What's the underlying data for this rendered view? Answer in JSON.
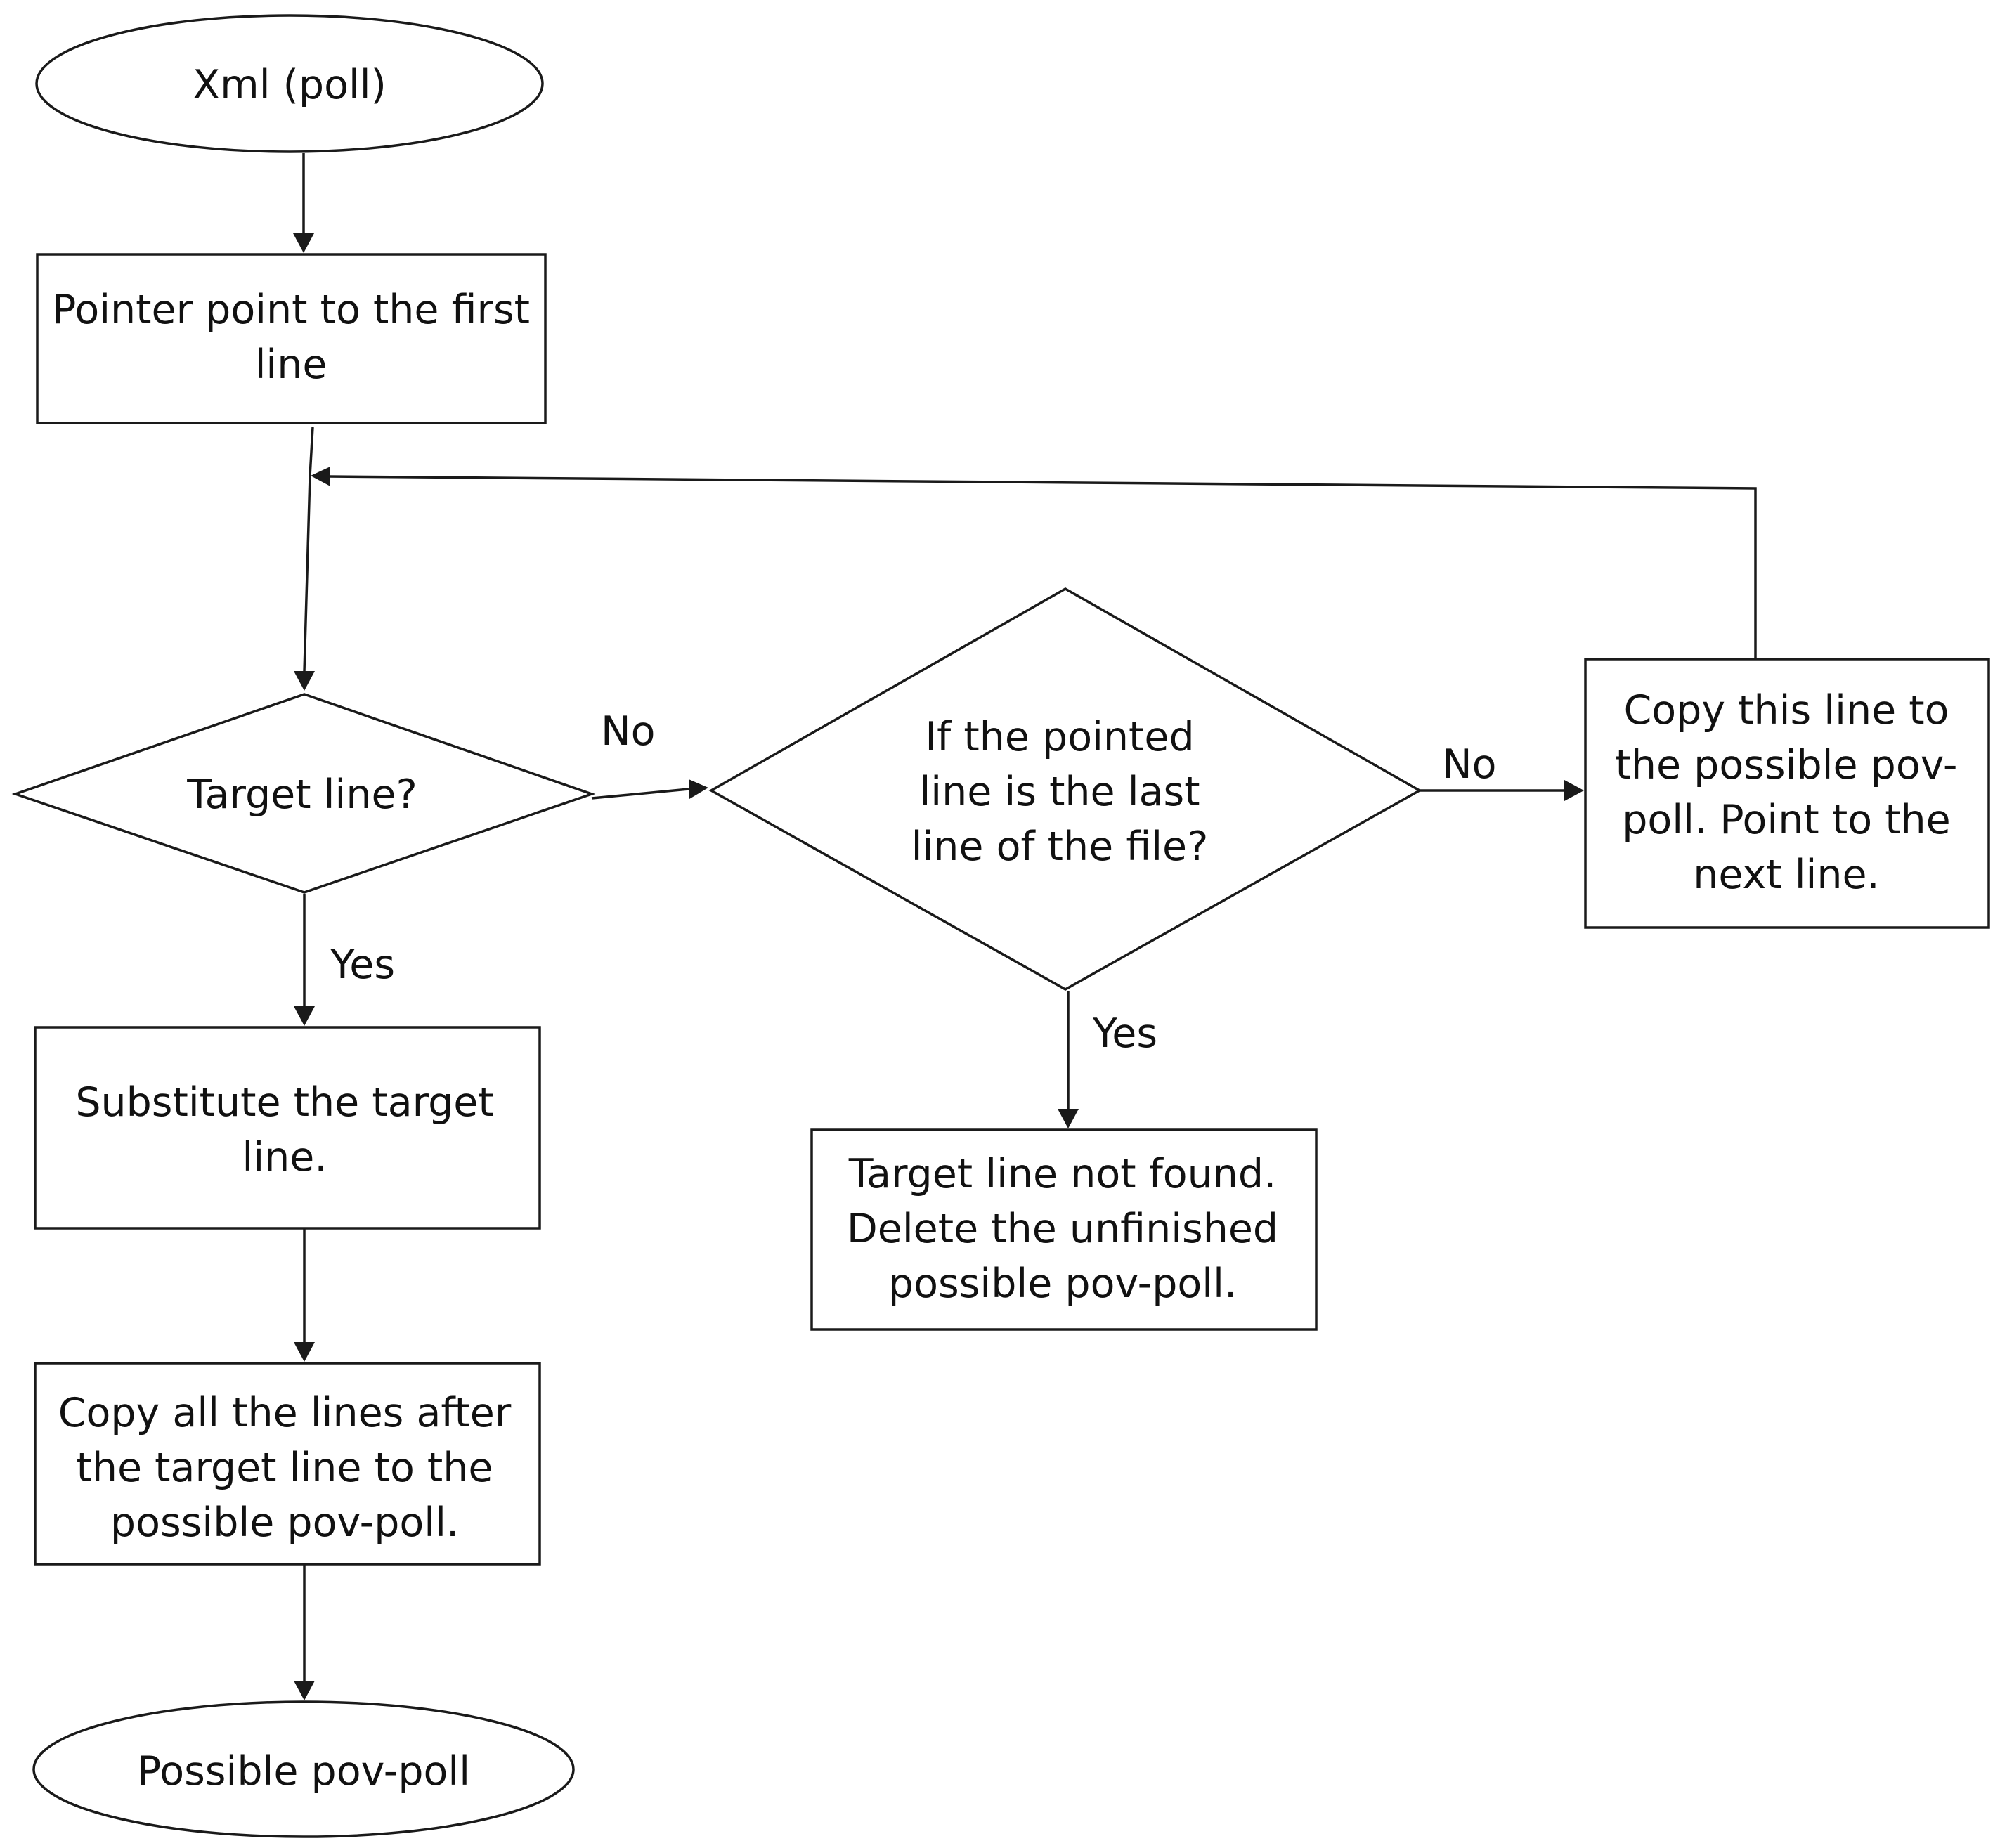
{
  "nodes": {
    "start": {
      "shape": "ellipse",
      "lines": [
        "Xml (poll)"
      ]
    },
    "init_pointer": {
      "shape": "rect",
      "lines": [
        "Pointer point to the first",
        "line"
      ]
    },
    "is_target": {
      "shape": "diamond",
      "lines": [
        "Target line?"
      ]
    },
    "is_last": {
      "shape": "diamond",
      "lines": [
        "If the pointed",
        "line is the last",
        "line of the file?"
      ]
    },
    "copy_next": {
      "shape": "rect",
      "lines": [
        "Copy this line to",
        "the possible pov-",
        "poll. Point to the",
        "next line."
      ]
    },
    "substitute": {
      "shape": "rect",
      "lines": [
        "Substitute the target",
        "line."
      ]
    },
    "not_found": {
      "shape": "rect",
      "lines": [
        "Target line not found.",
        "Delete the unfinished",
        "possible pov-poll."
      ]
    },
    "copy_rest": {
      "shape": "rect",
      "lines": [
        "Copy all the lines after",
        "the target line to the",
        "possible pov-poll."
      ]
    },
    "end": {
      "shape": "ellipse",
      "lines": [
        "Possible pov-poll"
      ]
    }
  },
  "edges": [
    {
      "id": "start_to_init",
      "from": "start",
      "to": "init_pointer",
      "label": ""
    },
    {
      "id": "init_to_target",
      "from": "init_pointer",
      "to": "is_target",
      "label": ""
    },
    {
      "id": "target_no",
      "from": "is_target",
      "to": "is_last",
      "label": "No"
    },
    {
      "id": "last_no",
      "from": "is_last",
      "to": "copy_next",
      "label": "No"
    },
    {
      "id": "loop_back",
      "from": "copy_next",
      "to": "is_target",
      "label": ""
    },
    {
      "id": "target_yes",
      "from": "is_target",
      "to": "substitute",
      "label": "Yes"
    },
    {
      "id": "last_yes",
      "from": "is_last",
      "to": "not_found",
      "label": "Yes"
    },
    {
      "id": "sub_to_copy",
      "from": "substitute",
      "to": "copy_rest",
      "label": ""
    },
    {
      "id": "copy_to_end",
      "from": "copy_rest",
      "to": "end",
      "label": ""
    }
  ]
}
